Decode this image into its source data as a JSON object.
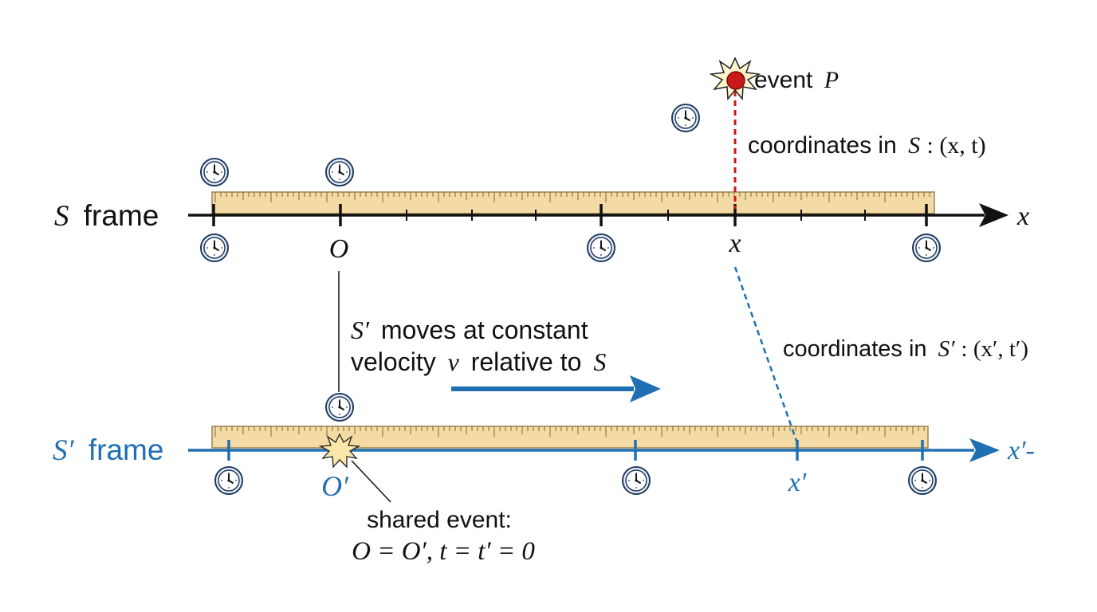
{
  "colors": {
    "black_axis": "#111111",
    "blue_axis": "#1f6fb2",
    "event_red": "#c81818",
    "ruler_fill": "#f4dba6",
    "ruler_stroke": "#9c8250",
    "clock_face": "#ffffff",
    "clock_ring": "#1e3a5f"
  },
  "icons": {
    "clock": "clock-icon",
    "burst": "starburst-icon",
    "arrow": "arrow-icon"
  },
  "s_frame": {
    "label_symbol": "S",
    "label_word": "frame",
    "axis_label": "x",
    "origin_label": "O",
    "event_x_label": "x"
  },
  "sp_frame": {
    "label_symbol": "S′",
    "label_word": "frame",
    "axis_label": "x′-",
    "origin_label": "O′",
    "event_x_label": "x′"
  },
  "event": {
    "label_word": "event",
    "label_symbol": "P",
    "coords_s_prefix": "coordinates in",
    "coords_s_frame": "S",
    "coords_s_tuple": ": (x, t)",
    "coords_sp_prefix": "coordinates in",
    "coords_sp_frame": "S′",
    "coords_sp_tuple": ": (x′, t′)"
  },
  "motion": {
    "line1_symbol": "S′",
    "line1_text": "moves at constant",
    "line2_prefix": "velocity",
    "line2_symbol": "v",
    "line2_suffix": "relative to",
    "line2_frame": "S"
  },
  "shared": {
    "line1": "shared event:",
    "line2": "O = O′, t = t′ = 0"
  }
}
